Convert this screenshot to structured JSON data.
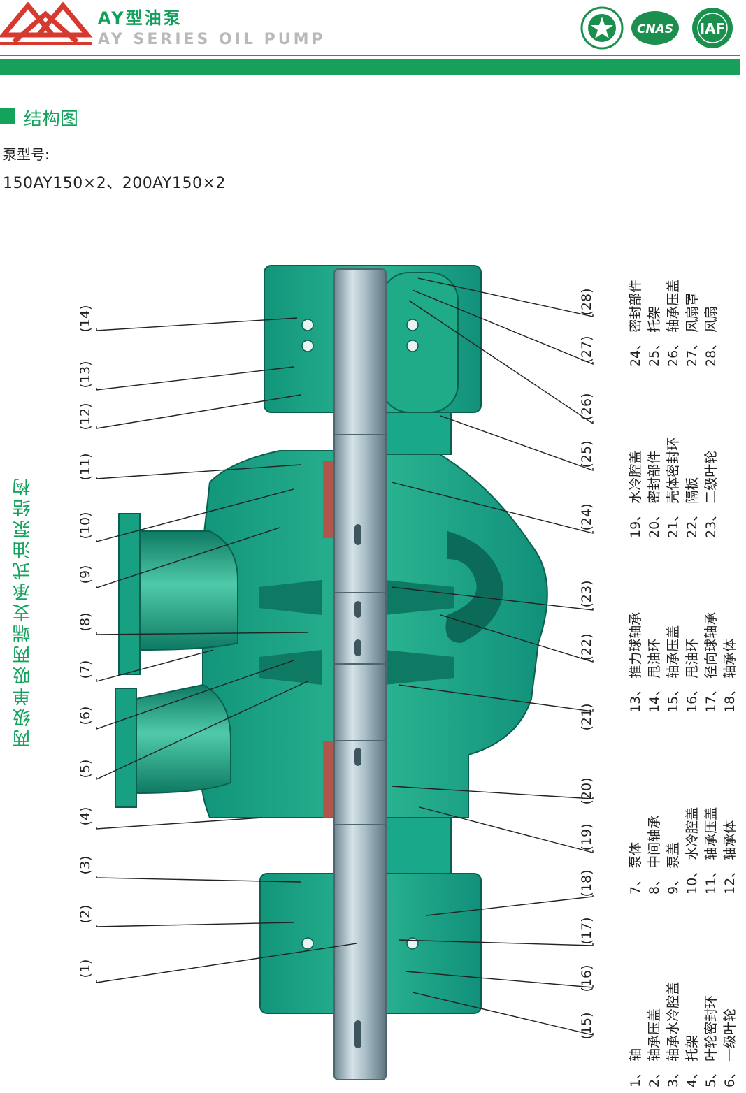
{
  "header": {
    "brand_cn": "AY型油泵",
    "brand_en": "AY SERIES OIL PUMP",
    "cert_labels": [
      "CNAS",
      "IAF"
    ]
  },
  "section": {
    "title": "结构图",
    "model_label": "泵型号:",
    "model_value": "150AY150×2、200AY150×2"
  },
  "diagram": {
    "caption": "两级单吸两端支承式油泵结构",
    "left_callouts": [
      "(14)",
      "(13)",
      "(12)",
      "(11)",
      "(10)",
      "(9)",
      "(8)",
      "(7)",
      "(6)",
      "(5)",
      "(4)",
      "(3)",
      "(2)",
      "(1)"
    ],
    "right_callouts": [
      "(28)",
      "(27)",
      "(26)",
      "(25)",
      "(24)",
      "(23)",
      "(22)",
      "(21)",
      "(20)",
      "(19)",
      "(18)",
      "(17)",
      "(16)",
      "(15)"
    ],
    "legend": [
      "1、 轴",
      "2、 轴承压盖",
      "3、 轴承水冷腔盖",
      "4、 托架",
      "5、 叶轮密封环",
      "6、 一级叶轮",
      "7、 泵体",
      "8、 中间轴承",
      "9、 泵盖",
      "10、 水冷腔盖",
      "11、 轴承压盖",
      "12、 轴承体",
      "13、 推力球轴承",
      "14、 甩油环",
      "15、 轴承压盖",
      "16、 甩油环",
      "17、 径向球轴承",
      "18、 轴承体",
      "19、 水冷腔盖",
      "20、 密封部件",
      "21、 壳体密封环",
      "22、 隔板",
      "23、 二级叶轮",
      "24、 密封部件",
      "25、 托架",
      "26、 轴承压盖",
      "27、 风扇罩",
      "28、 风扇"
    ],
    "colors": {
      "accent": "#14a35d",
      "body": "#1aa88a",
      "body_dark": "#0f7a64",
      "shaft": "#8fa8b2"
    }
  }
}
